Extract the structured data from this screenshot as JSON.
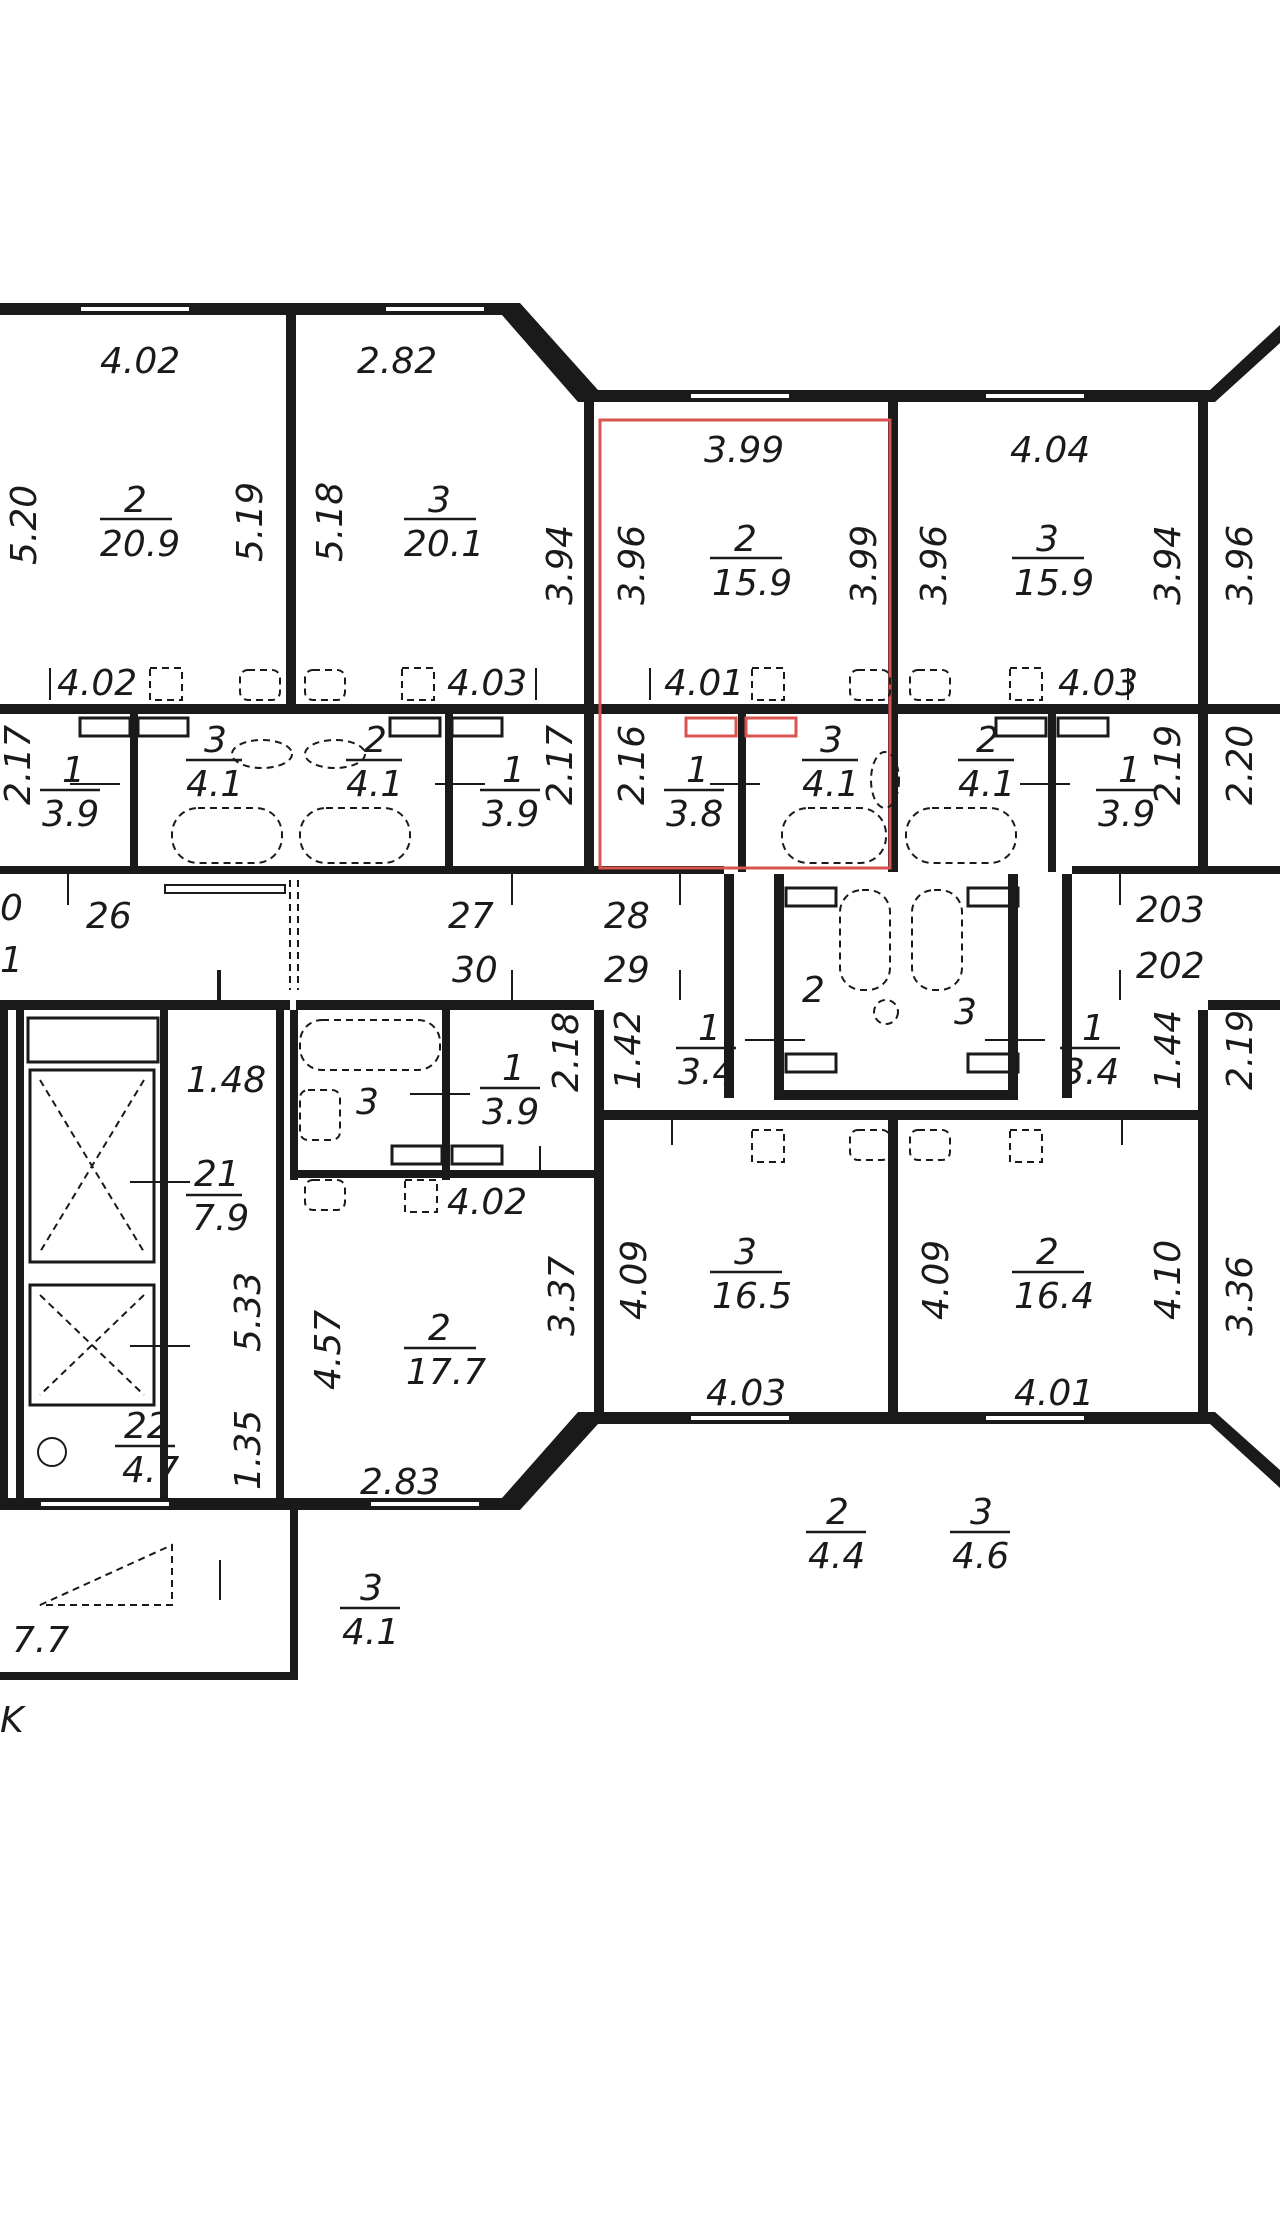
{
  "highlight_color": "#d9534f",
  "wall_color": "#1a1a1a",
  "dimensions": {
    "d1": "4.02",
    "d2": "2.82",
    "d3": "3.99",
    "d4": "4.04",
    "d5": "5.20",
    "d6": "5.19",
    "d7": "5.18",
    "d8": "3.94",
    "d9": "3.96",
    "d10": "3.99",
    "d11": "3.96",
    "d12": "3.94",
    "d13": "3.96",
    "d14": "4.02",
    "d15": "4.03",
    "d16": "4.01",
    "d17": "4.03",
    "d18": "2.17",
    "d19": "2.17",
    "d20": "2.16",
    "d21": "2.19",
    "d22": "2.20",
    "d23": "1.48",
    "d24": "2.18",
    "d25": "1.42",
    "d26": "1.44",
    "d27": "2.19",
    "d28": "4.02",
    "d29": "5.33",
    "d30": "4.09",
    "d31": "4.09",
    "d32": "4.10",
    "d33": "3.36",
    "d34": "4.57",
    "d35": "3.37",
    "d36": "4.03",
    "d37": "4.01",
    "d38": "1.35",
    "d39": "2.83",
    "d40": "7.7"
  },
  "room_numbers": {
    "n1": "26",
    "n2": "27",
    "n3": "28",
    "n4": "203",
    "n5": "30",
    "n6": "29",
    "n7": "202",
    "n8": "2",
    "n9": "3",
    "n10": "3",
    "n11": "0",
    "n12": "1",
    "n13": "K"
  },
  "rooms": [
    {
      "type": "2",
      "area": "20.9"
    },
    {
      "type": "3",
      "area": "20.1"
    },
    {
      "type": "2",
      "area": "15.9"
    },
    {
      "type": "3",
      "area": "15.9"
    },
    {
      "type": "1",
      "area": "3.9"
    },
    {
      "type": "3",
      "area": "4.1"
    },
    {
      "type": "2",
      "area": "4.1"
    },
    {
      "type": "1",
      "area": "3.9"
    },
    {
      "type": "1",
      "area": "3.8"
    },
    {
      "type": "3",
      "area": "4.1"
    },
    {
      "type": "2",
      "area": "4.1"
    },
    {
      "type": "1",
      "area": "3.9"
    },
    {
      "type": "1",
      "area": "3.9"
    },
    {
      "type": "1",
      "area": "3.4"
    },
    {
      "type": "1",
      "area": "3.4"
    },
    {
      "type": "21",
      "area": "7.9"
    },
    {
      "type": "3",
      "area": "16.5"
    },
    {
      "type": "2",
      "area": "16.4"
    },
    {
      "type": "2",
      "area": "17.7"
    },
    {
      "type": "22",
      "area": "4.7"
    },
    {
      "type": "2",
      "area": "4.4"
    },
    {
      "type": "3",
      "area": "4.6"
    },
    {
      "type": "3",
      "area": "4.1"
    }
  ]
}
